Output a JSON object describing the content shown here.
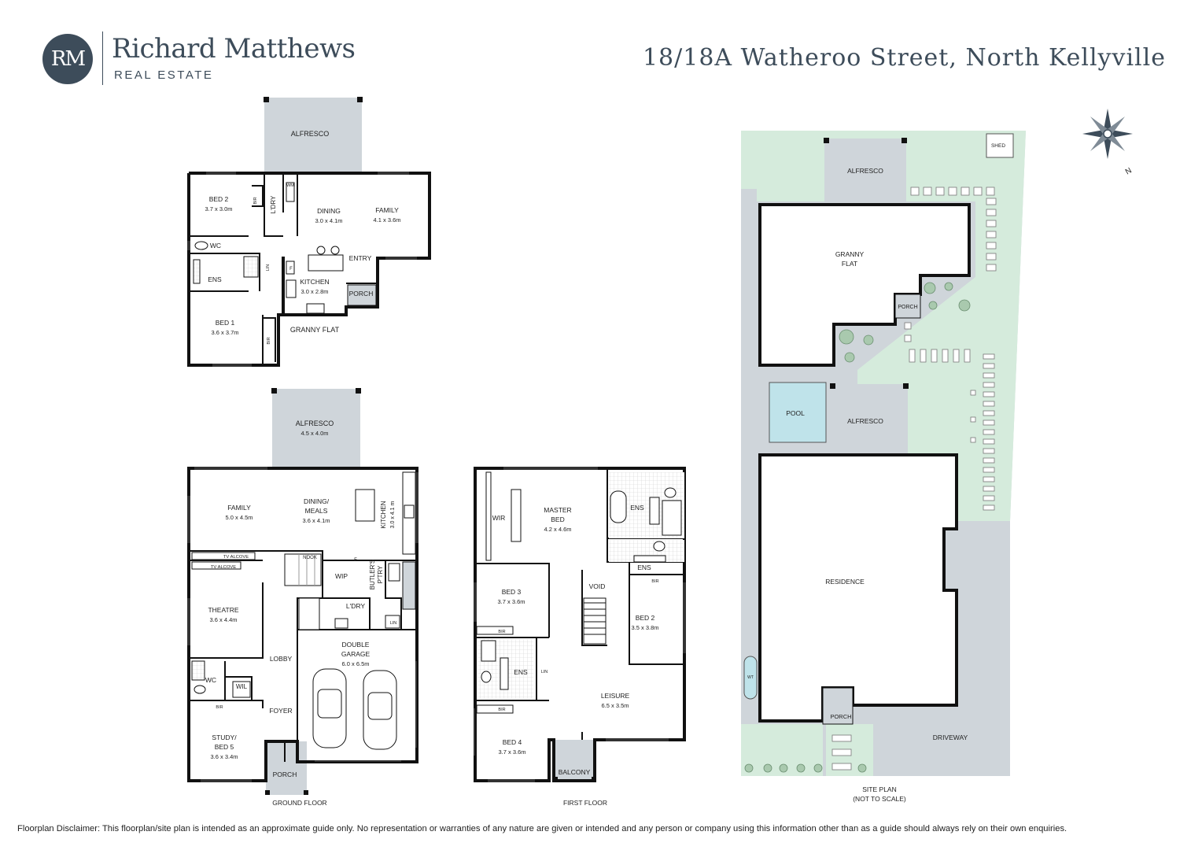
{
  "brand": {
    "logo_initials": "RM",
    "name": "Richard Matthews",
    "subtitle": "REAL ESTATE",
    "color": "#3d4c5a"
  },
  "address": "18/18A Watheroo Street, North Kellyville",
  "colors": {
    "wall": "#111111",
    "outdoor": "#cfd5da",
    "garden": "#d5ebdc",
    "pool": "#bfe3ea"
  },
  "granny_flat": {
    "caption": "GRANNY FLAT",
    "alfresco": "ALFRESCO",
    "bed2": {
      "name": "BED 2",
      "size": "3.7 x 3.0m"
    },
    "bir": "BIR",
    "ldry": "L'DRY",
    "wm": "WM",
    "dining": {
      "name": "DINING",
      "size": "3.0 x 4.1m"
    },
    "family": {
      "name": "FAMILY",
      "size": "4.1 x 3.6m"
    },
    "wc": "WC",
    "ens": "ENS",
    "lin": "LIN",
    "fridge": "F",
    "kitchen": {
      "name": "KITCHEN",
      "size": "3.0 x 2.8m"
    },
    "entry": "ENTRY",
    "porch": "PORCH",
    "bed1": {
      "name": "BED 1",
      "size": "3.6 x 3.7m"
    }
  },
  "ground_floor": {
    "caption": "GROUND FLOOR",
    "alfresco": {
      "name": "ALFRESCO",
      "size": "4.5 x 4.0m"
    },
    "family": {
      "name": "FAMILY",
      "size": "5.0 x 4.5m"
    },
    "dining": {
      "name": "DINING/",
      "name2": "MEALS",
      "size": "3.6 x 4.1m"
    },
    "kitchen": {
      "name": "KITCHEN",
      "size": "3.0 x 4.1 m"
    },
    "tv_alcove": "TV ALCOVE",
    "nook": "NOOK",
    "fridge": "F",
    "wip": "WIP",
    "butlers": "BUTLER'S",
    "ptry": "P'TRY",
    "ldry": "L'DRY",
    "lin": "LIN",
    "theatre": {
      "name": "THEATRE",
      "size": "3.6 x 4.4m"
    },
    "garage": {
      "name": "DOUBLE",
      "name2": "GARAGE",
      "size": "6.0 x 6.5m"
    },
    "lobby": "LOBBY",
    "wc": "WC",
    "wil": "WIL",
    "foyer": "FOYER",
    "bir": "BIR",
    "study": {
      "name": "STUDY/",
      "name2": "BED 5",
      "size": "3.6 x 3.4m"
    },
    "porch": "PORCH"
  },
  "first_floor": {
    "caption": "FIRST FLOOR",
    "wir": "WIR",
    "master": {
      "name": "MASTER",
      "name2": "BED",
      "size": "4.2 x 4.6m"
    },
    "ens": "ENS",
    "ens2": "ENS",
    "void": "VOID",
    "bir": "BIR",
    "bed3": {
      "name": "BED 3",
      "size": "3.7 x 3.6m"
    },
    "bed2": {
      "name": "BED 2",
      "size": "3.5 x 3.8m"
    },
    "ens3": "ENS",
    "lin": "LIN",
    "leisure": {
      "name": "LEISURE",
      "size": "6.5 x 3.5m"
    },
    "bed4": {
      "name": "BED 4",
      "size": "3.7 x 3.6m"
    },
    "balcony": "BALCONY"
  },
  "site_plan": {
    "caption": "SITE PLAN",
    "caption2": "(NOT TO SCALE)",
    "shed": "SHED",
    "alfresco_top": "ALFRESCO",
    "granny": "GRANNY",
    "granny2": "FLAT",
    "porch": "PORCH",
    "pool": "POOL",
    "alfresco": "ALFRESCO",
    "residence": "RESIDENCE",
    "wt": "WT",
    "porch2": "PORCH",
    "driveway": "DRIVEWAY",
    "north": "N"
  },
  "disclaimer": "Floorplan Disclaimer: This floorplan/site plan is intended as an approximate guide only. No representation or warranties of any nature are given or intended and any person or company using this information other than as a guide should always rely on their own enquiries."
}
